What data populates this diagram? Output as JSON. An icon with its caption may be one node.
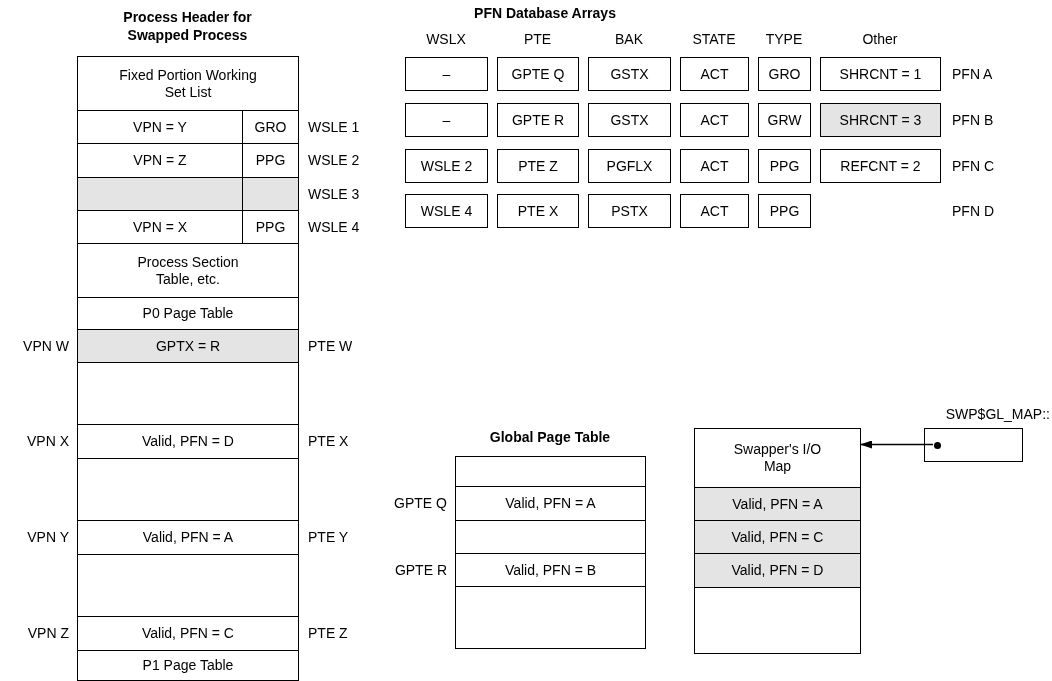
{
  "diagram": {
    "nodes": [
      {
        "text": [
          "Fixed Portion Working Set List"
        ]
      },
      {
        "text": [
          "VPN = Y"
        ]
      },
      {
        "text": [
          "GRO"
        ],
        "beside": [
          "WSLE 1"
        ]
      },
      {
        "text": [
          "VPN = Z"
        ]
      },
      {
        "text": [
          "PPG"
        ],
        "beside": [
          "WSLE 2"
        ]
      },
      {
        "text": [],
        "shape": "box"
      },
      {
        "text": [],
        "shape": "box",
        "beside": [
          "WSLE 3"
        ]
      },
      {
        "text": [
          "VPN = X"
        ]
      },
      {
        "text": [
          "PPG"
        ],
        "beside": [
          "WSLE 4"
        ]
      },
      {
        "text": [
          "Process Section Table, etc."
        ]
      },
      {
        "text": [
          "P0 Page Table"
        ]
      },
      {
        "text": [
          "GPTX = R"
        ],
        "beside": [
          "VPN W",
          "PTE W"
        ]
      },
      {
        "text": [],
        "shape": "box"
      },
      {
        "text": [
          "Valid, PFN = D"
        ],
        "beside": [
          "VPN X",
          "PTE X"
        ]
      },
      {
        "text": [],
        "shape": "box"
      },
      {
        "text": [
          "Valid, PFN = A"
        ],
        "beside": [
          "VPN Y",
          "PTE Y"
        ]
      },
      {
        "text": [],
        "shape": "box"
      },
      {
        "text": [
          "Valid, PFN = C"
        ],
        "beside": [
          "VPN Z",
          "PTE Z"
        ]
      },
      {
        "text": [
          "P1 Page Table"
        ]
      },
      {
        "text": [
          "–"
        ]
      },
      {
        "text": [
          "GPTE Q"
        ]
      },
      {
        "text": [
          "GSTX"
        ]
      },
      {
        "text": [
          "ACT"
        ]
      },
      {
        "text": [
          "GRO"
        ]
      },
      {
        "text": [
          "SHRCNT = 1"
        ]
      },
      {
        "text": [
          "–"
        ]
      },
      {
        "text": [
          "GPTE R"
        ]
      },
      {
        "text": [
          "GSTX"
        ]
      },
      {
        "text": [
          "ACT"
        ]
      },
      {
        "text": [
          "GRW"
        ]
      },
      {
        "text": [
          "SHRCNT = 3"
        ]
      },
      {
        "text": [
          "WSLE 2"
        ]
      },
      {
        "text": [
          "PTE Z"
        ]
      },
      {
        "text": [
          "PGFLX"
        ]
      },
      {
        "text": [
          "ACT"
        ]
      },
      {
        "text": [
          "PPG"
        ]
      },
      {
        "text": [
          "REFCNT = 2"
        ]
      },
      {
        "text": [
          "WSLE 4"
        ]
      },
      {
        "text": [
          "PTE X"
        ]
      },
      {
        "text": [
          "PSTX"
        ]
      },
      {
        "text": [
          "ACT"
        ]
      },
      {
        "text": [
          "PPG"
        ]
      },
      {
        "text": [],
        "shape": "box"
      },
      {
        "text": [
          "Valid, PFN = A"
        ],
        "beside": [
          "GPTE Q"
        ]
      },
      {
        "text": [],
        "shape": "box"
      },
      {
        "text": [
          "Valid, PFN = B"
        ],
        "beside": [
          "GPTE R"
        ]
      },
      {
        "text": [],
        "shape": "box"
      },
      {
        "text": [
          "Swapper's I/O Map"
        ]
      },
      {
        "text": [
          "Valid, PFN = A"
        ]
      },
      {
        "text": [
          "Valid, PFN = C"
        ]
      },
      {
        "text": [
          "Valid, PFN = D"
        ]
      },
      {
        "text": [],
        "shape": "box"
      },
      {
        "text": [],
        "shape": "box"
      },
      {
        "text": [],
        "shape": "circle",
        "in": 52
      }
    ],
    "edges": [
      {
        "from": 53,
        "to": 47,
        "arrow": "to"
      }
    ],
    "labels": [
      "Process Header for Swapped Process",
      "PFN Database Arrays",
      "WSLX",
      "PTE",
      "BAK",
      "STATE",
      "TYPE",
      "Other",
      "PFN A",
      "PFN B",
      "PFN C",
      "PFN D",
      "Global Page Table",
      "SWP$GL_MAP::"
    ]
  }
}
